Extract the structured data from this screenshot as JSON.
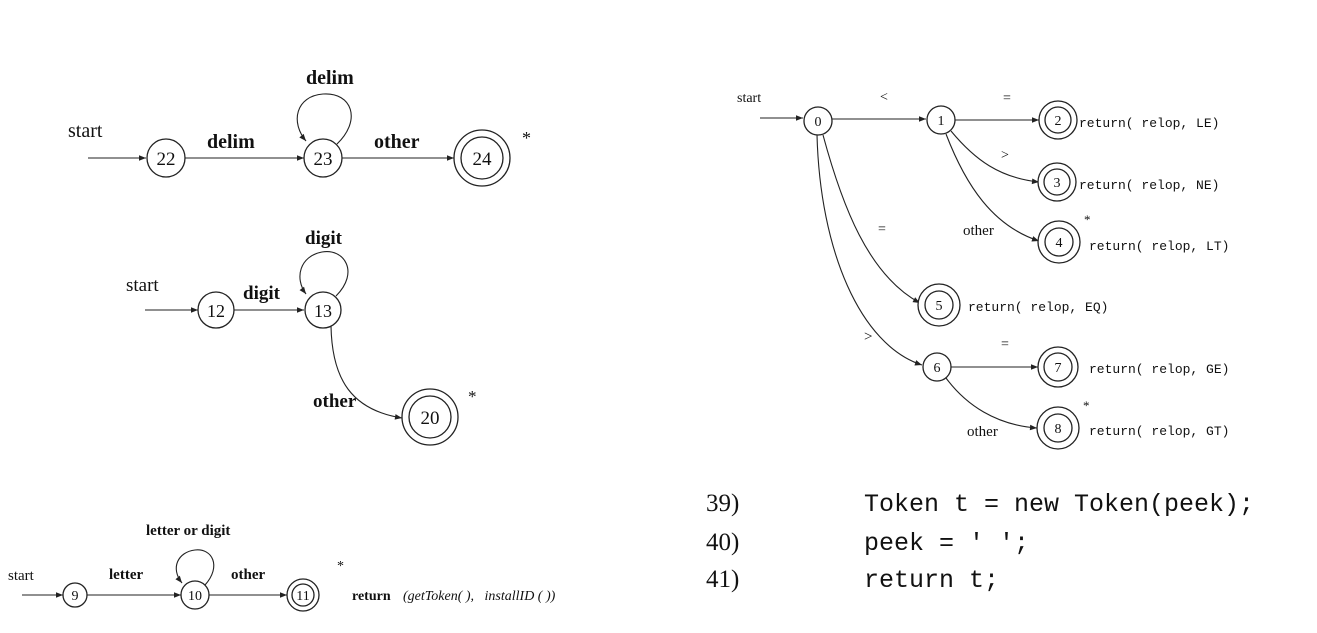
{
  "diagram_whitespace": {
    "start_label": "start",
    "edge_delim": "delim",
    "loop_delim": "delim",
    "edge_other": "other",
    "states": [
      "22",
      "23",
      "24"
    ],
    "retract_mark": "*"
  },
  "diagram_number": {
    "start_label": "start",
    "edge_digit": "digit",
    "loop_digit": "digit",
    "edge_other": "other",
    "states": [
      "12",
      "13",
      "20"
    ],
    "retract_mark": "*"
  },
  "diagram_identifier": {
    "start_label": "start",
    "edge_letter": "letter",
    "loop_label": "letter or digit",
    "edge_other": "other",
    "states": [
      "9",
      "10",
      "11"
    ],
    "retract_mark": "*",
    "action_return": "return",
    "action_args": "(getToken( ),   installID ( ))"
  },
  "diagram_relop": {
    "start_label": "start",
    "states": [
      "0",
      "1",
      "2",
      "3",
      "4",
      "5",
      "6",
      "7",
      "8"
    ],
    "edge_0_1": "<",
    "edge_1_2": "=",
    "edge_1_3": ">",
    "edge_1_4": "other",
    "edge_0_5": "=",
    "edge_0_6": ">",
    "edge_6_7": "=",
    "edge_6_8": "other",
    "retract_mark": "*",
    "actions": {
      "s2": "return( relop, LE)",
      "s3": "return( relop, NE)",
      "s4": "return( relop, LT)",
      "s5": "return( relop, EQ)",
      "s7": "return( relop, GE)",
      "s8": "return( relop, GT)"
    }
  },
  "code": [
    {
      "num": "39)",
      "text": "Token t = new Token(peek);"
    },
    {
      "num": "40)",
      "text": "peek = ' ';"
    },
    {
      "num": "41)",
      "text": "return t;"
    }
  ]
}
